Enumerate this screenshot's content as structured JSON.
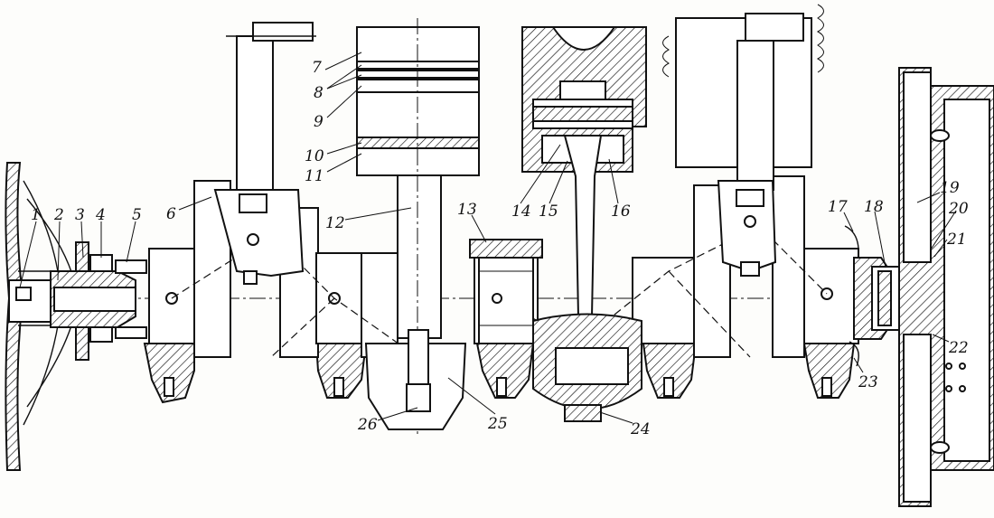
{
  "labels": [
    {
      "id": "1",
      "text": "1"
    },
    {
      "id": "2",
      "text": "2"
    },
    {
      "id": "3",
      "text": "3"
    },
    {
      "id": "4",
      "text": "4"
    },
    {
      "id": "5",
      "text": "5"
    },
    {
      "id": "6",
      "text": "6"
    },
    {
      "id": "7",
      "text": "7"
    },
    {
      "id": "8",
      "text": "8"
    },
    {
      "id": "9",
      "text": "9"
    },
    {
      "id": "10",
      "text": "10"
    },
    {
      "id": "11",
      "text": "11"
    },
    {
      "id": "12",
      "text": "12"
    },
    {
      "id": "13",
      "text": "13"
    },
    {
      "id": "14",
      "text": "14"
    },
    {
      "id": "15",
      "text": "15"
    },
    {
      "id": "16",
      "text": "16"
    },
    {
      "id": "17",
      "text": "17"
    },
    {
      "id": "18",
      "text": "18"
    },
    {
      "id": "19",
      "text": "19"
    },
    {
      "id": "20",
      "text": "20"
    },
    {
      "id": "21",
      "text": "21"
    },
    {
      "id": "22",
      "text": "22"
    },
    {
      "id": "23",
      "text": "23"
    },
    {
      "id": "24",
      "text": "24"
    },
    {
      "id": "25",
      "text": "25"
    },
    {
      "id": "26",
      "text": "26"
    }
  ]
}
